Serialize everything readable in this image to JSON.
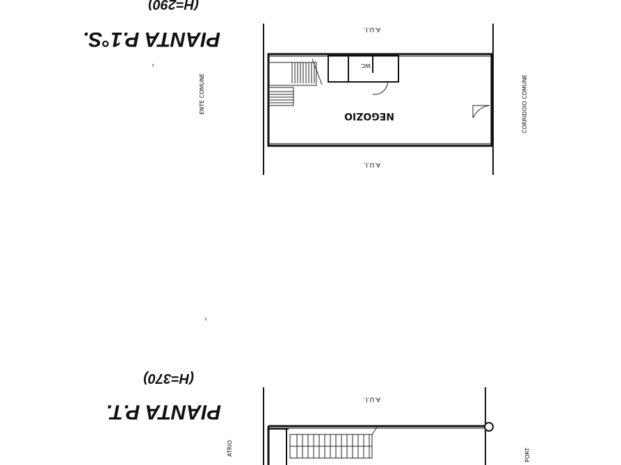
{
  "upper_plan": {
    "title": "PIANTA P.1°S.",
    "height_note": "(H=290)",
    "room_label": "NEGOZIO",
    "wc_label": "WC",
    "top_label": "A.U.I.",
    "bottom_label": "A.U.I.",
    "left_label": "ENTE COMUNE",
    "right_label": "CORRIDOIO COMUNE"
  },
  "lower_plan": {
    "title": "PIANTA P.T.",
    "height_note": "(H=370)",
    "top_label": "A.U.I.",
    "left_label": "ATRIO",
    "right_label": "PORT"
  }
}
